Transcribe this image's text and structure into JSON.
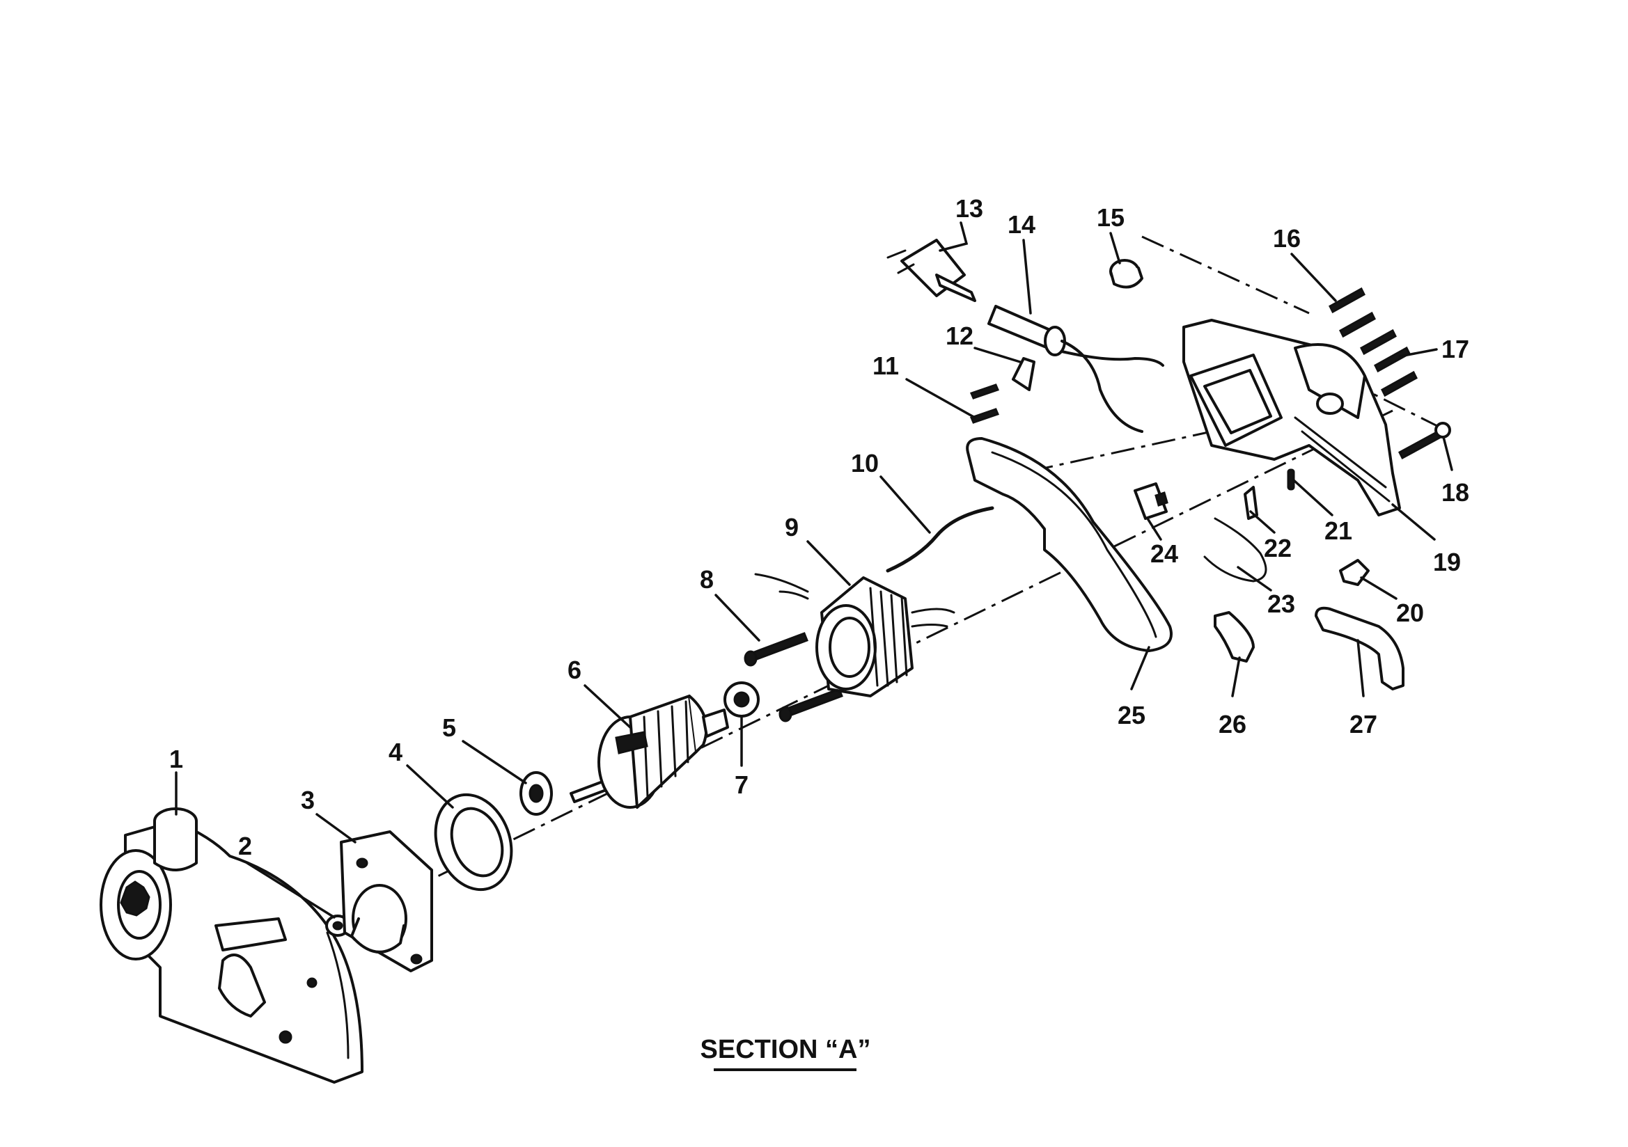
{
  "diagram": {
    "section_label": "SECTION “A”",
    "callouts": [
      "1",
      "2",
      "3",
      "4",
      "5",
      "6",
      "7",
      "8",
      "9",
      "10",
      "11",
      "12",
      "13",
      "14",
      "15",
      "16",
      "17",
      "18",
      "19",
      "20",
      "21",
      "22",
      "23",
      "24",
      "25",
      "26",
      "27"
    ]
  },
  "colors": {
    "ink": "#111111",
    "paper": "#ffffff"
  }
}
